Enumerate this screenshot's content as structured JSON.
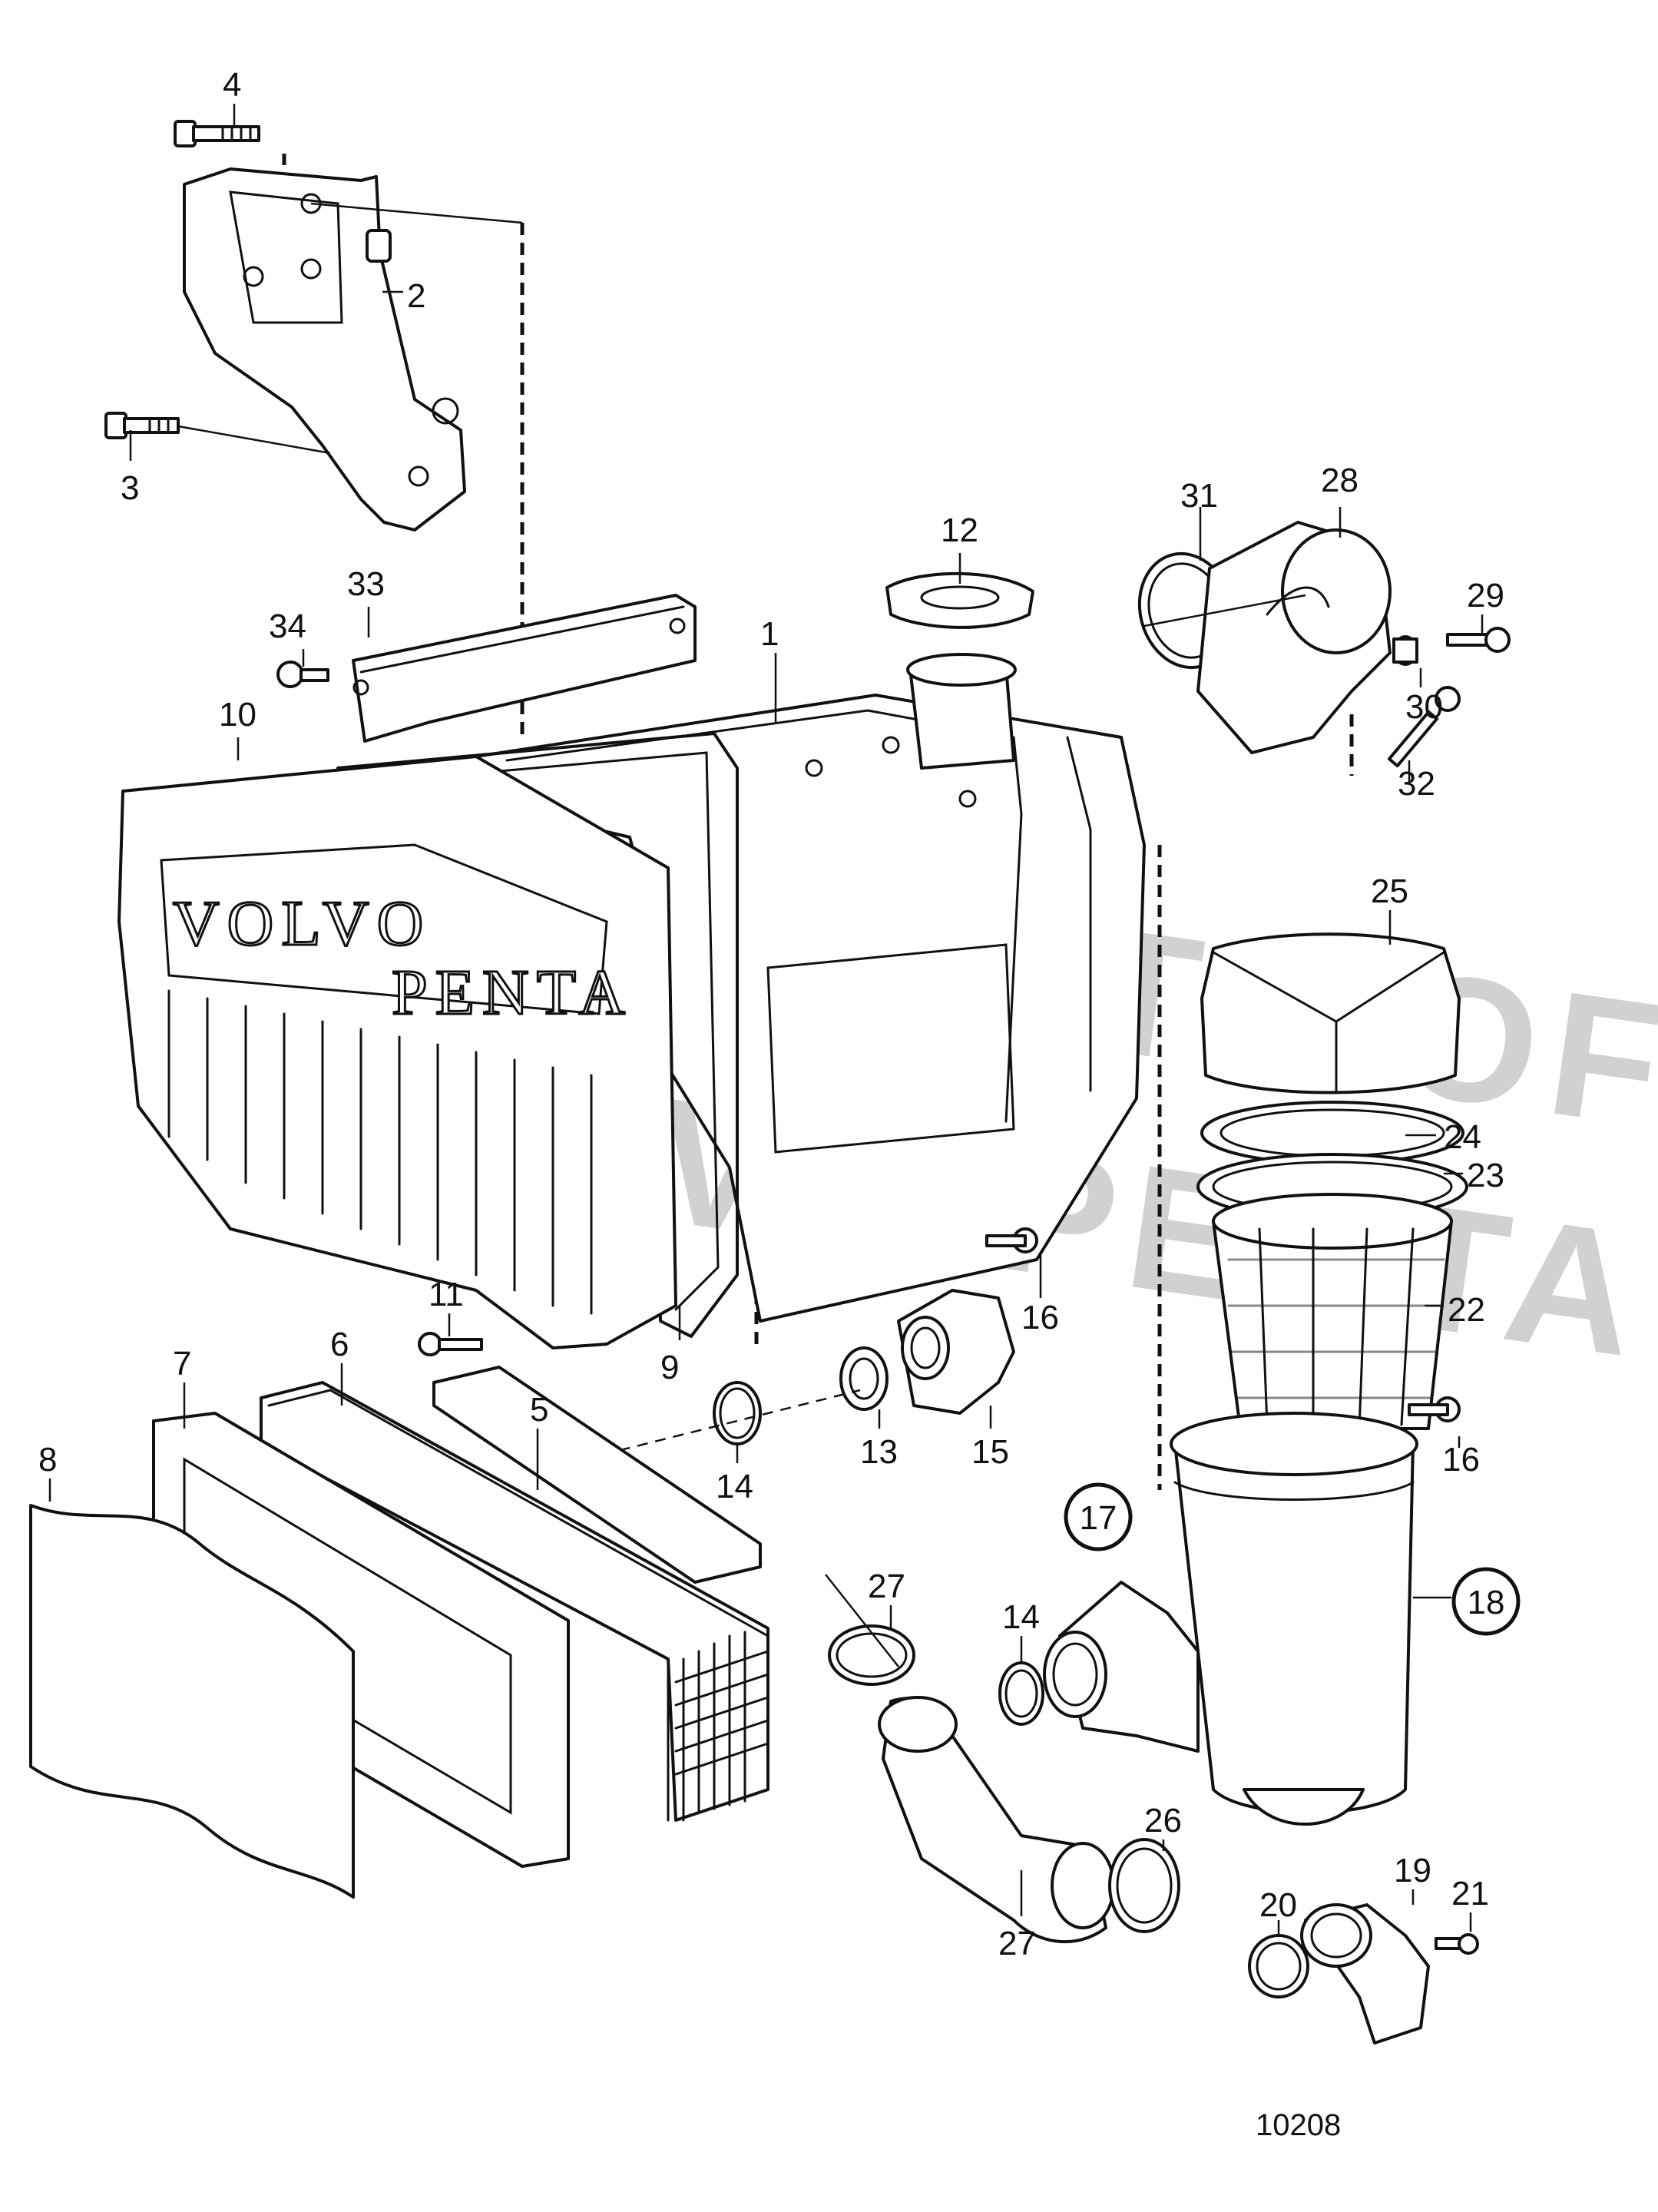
{
  "watermark": {
    "line1": "PROPERTY OF",
    "line2": "VOLVO PENTA"
  },
  "drawing_number": "10208",
  "logo_text": {
    "top": "VOLVO",
    "bottom": "PENTA"
  },
  "callouts": {
    "c1": "1",
    "c2": "2",
    "c3": "3",
    "c4": "4",
    "c5": "5",
    "c6": "6",
    "c7": "7",
    "c8": "8",
    "c9": "9",
    "c10": "10",
    "c11": "11",
    "c12": "12",
    "c13": "13",
    "c14a": "14",
    "c14b": "14",
    "c15": "15",
    "c16a": "16",
    "c16b": "16",
    "c17": "17",
    "c18": "18",
    "c19": "19",
    "c20": "20",
    "c21": "21",
    "c22": "22",
    "c23": "23",
    "c24": "24",
    "c25": "25",
    "c26": "26",
    "c27a": "27",
    "c27b": "27",
    "c28": "28",
    "c29": "29",
    "c30": "30",
    "c31": "31",
    "c32": "32",
    "c33": "33",
    "c34": "34"
  }
}
